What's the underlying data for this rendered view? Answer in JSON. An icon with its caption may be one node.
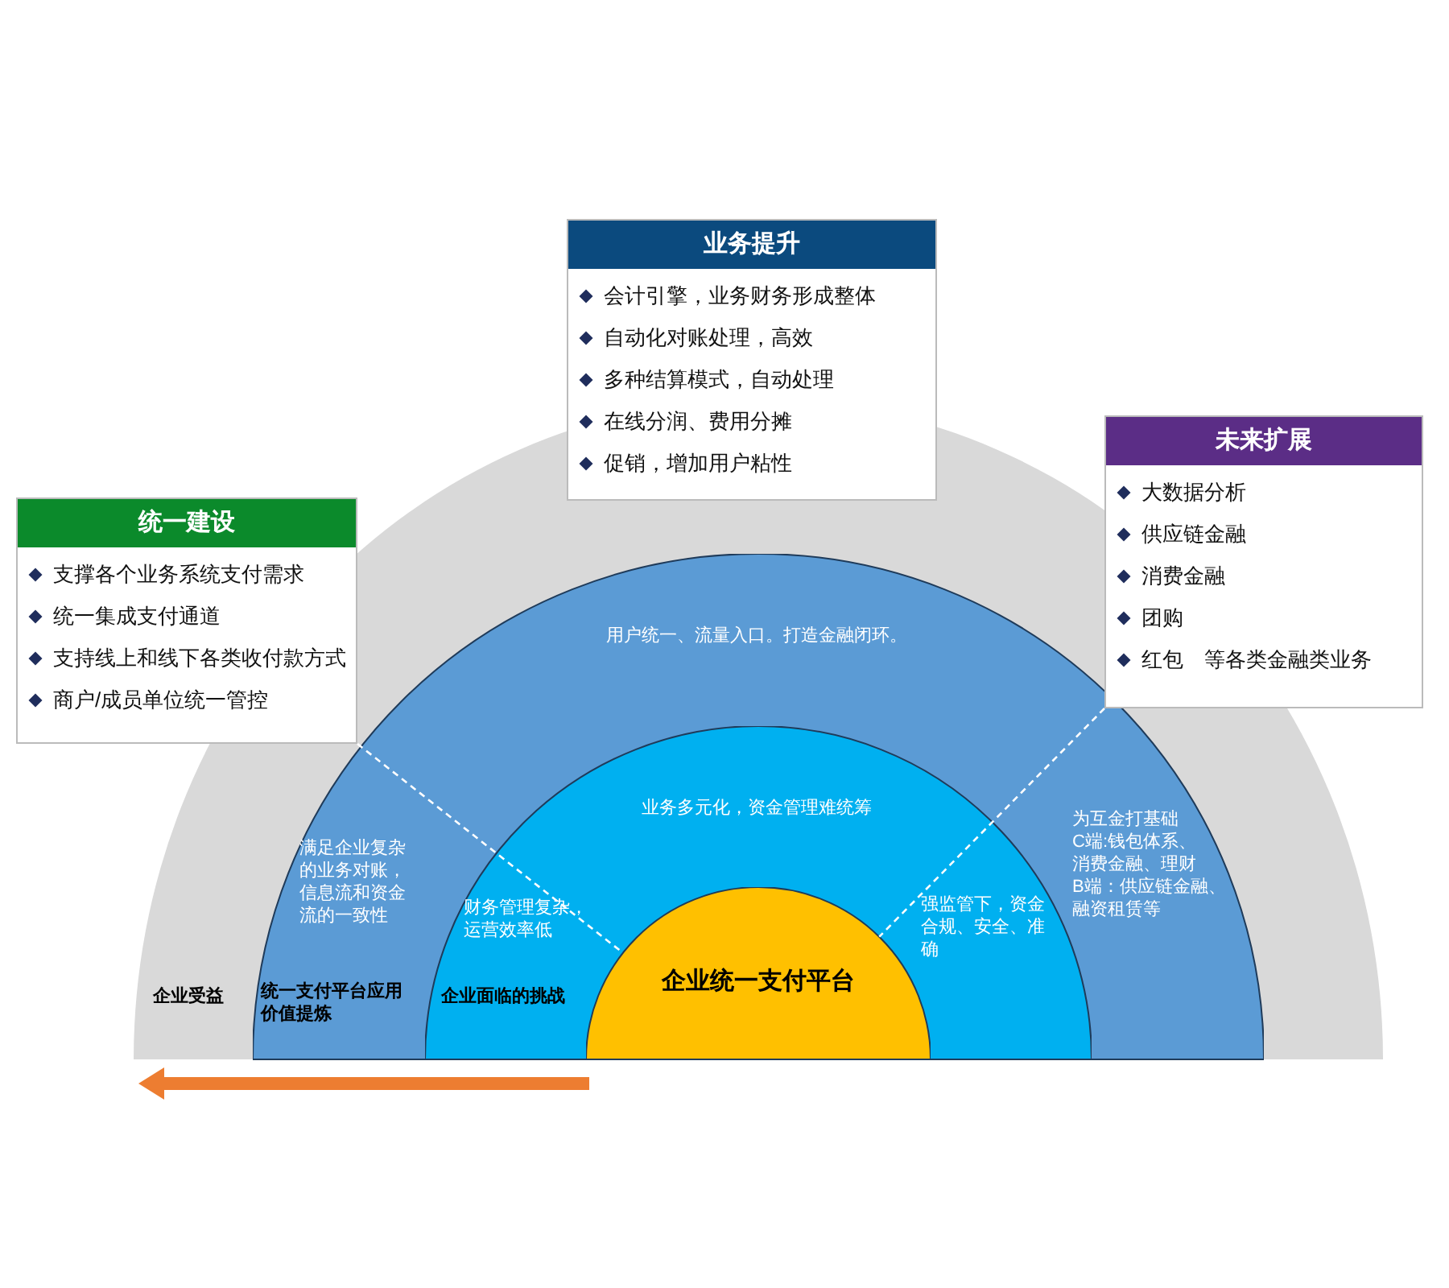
{
  "diagram": {
    "nodes": [
      {
        "text": [
          "企业受益"
        ]
      },
      {
        "text": [
          "用户统一、流量入口。打造金融闭环。",
          "满足企业复杂的业务对账，信息流和资金流的一致性",
          "统一支付平台应用价值提炼",
          "为互金打基础",
          "C端:钱包体系、消费金融、理财",
          "B端：供应链金融、融资租赁等"
        ],
        "in": 0
      },
      {
        "text": [
          "业务多元化，资金管理难统筹",
          "财务管理复杂，运营效率低",
          "企业面临的挑战",
          "强监管下，资金合规、安全、准确"
        ],
        "in": 1
      },
      {
        "text": [
          "企业统一支付平台"
        ],
        "in": 2
      },
      {
        "text": [
          "统一建设",
          "支撑各个业务系统支付需求",
          "统一集成支付通道",
          "支持线上和线下各类收付款方式",
          "商户/成员单位统一管控"
        ]
      },
      {
        "text": [
          "业务提升",
          "会计引擎，业务财务形成整体",
          "自动化对账处理，高效",
          "多种结算模式，自动处理",
          "在线分润、费用分摊",
          "促销，增加用户粘性"
        ]
      },
      {
        "text": [
          "未来扩展",
          "大数据分析",
          "供应链金融",
          "消费金融",
          "团购",
          "红包　等各类金融类业务"
        ]
      }
    ],
    "edges": [
      {
        "from": 4,
        "to": 3,
        "arrow": "none",
        "style": "dashed",
        "color": "#ffffff"
      },
      {
        "from": 6,
        "to": 3,
        "arrow": "none",
        "style": "dashed",
        "color": "#ffffff"
      }
    ]
  }
}
